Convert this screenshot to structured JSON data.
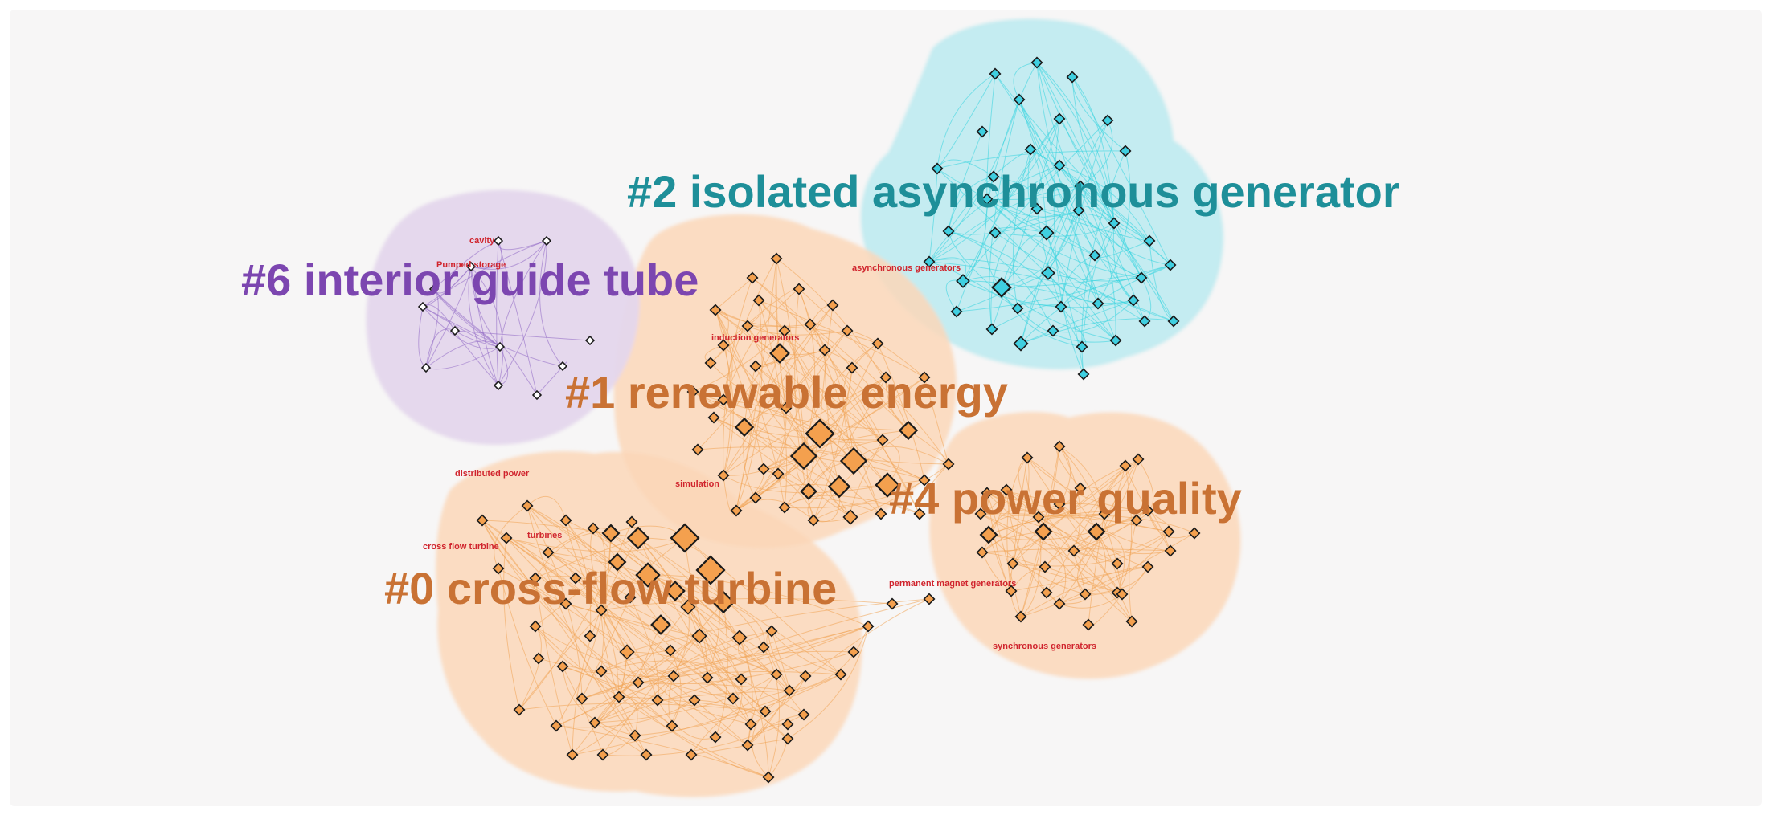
{
  "colors": {
    "background": "#ffffff",
    "panel": "#f7f6f6",
    "orange_cluster": "#fcd7b8",
    "orange_node": "#f4a04e",
    "orange_edge": "#f1a455",
    "orange_label": "#c97234",
    "cyan_cluster": "#bfeaf0",
    "cyan_node": "#3fcfe0",
    "cyan_edge": "#35d3df",
    "cyan_label": "#1e8f99",
    "purple_cluster": "#e4d6ec",
    "purple_edge": "#8f67c4",
    "purple_label": "#7c46b0",
    "node_label_red": "#d0242d",
    "node_outline": "#1a1a1a"
  },
  "clusters": [
    {
      "id": "c0",
      "label": "#0 cross-flow turbine",
      "color": "#c97234"
    },
    {
      "id": "c1",
      "label": "#1 renewable energy",
      "color": "#c97234"
    },
    {
      "id": "c2",
      "label": "#2 isolated asynchronous generator",
      "color": "#1e8f99"
    },
    {
      "id": "c4",
      "label": "#4 power quality",
      "color": "#c97234"
    },
    {
      "id": "c6",
      "label": "#6 interior guide tube",
      "color": "#7c46b0"
    }
  ],
  "node_labels": [
    {
      "id": "l1",
      "text": "Pumped storage"
    },
    {
      "id": "l2",
      "text": "cavity"
    },
    {
      "id": "l3",
      "text": "asynchronous generators"
    },
    {
      "id": "l4",
      "text": "induction generators"
    },
    {
      "id": "l5",
      "text": "distributed power"
    },
    {
      "id": "l6",
      "text": "simulation"
    },
    {
      "id": "l7",
      "text": "turbines"
    },
    {
      "id": "l8",
      "text": "cross flow turbine"
    },
    {
      "id": "l9",
      "text": "permanent magnet generators"
    },
    {
      "id": "l10",
      "text": "synchronous generators"
    }
  ]
}
